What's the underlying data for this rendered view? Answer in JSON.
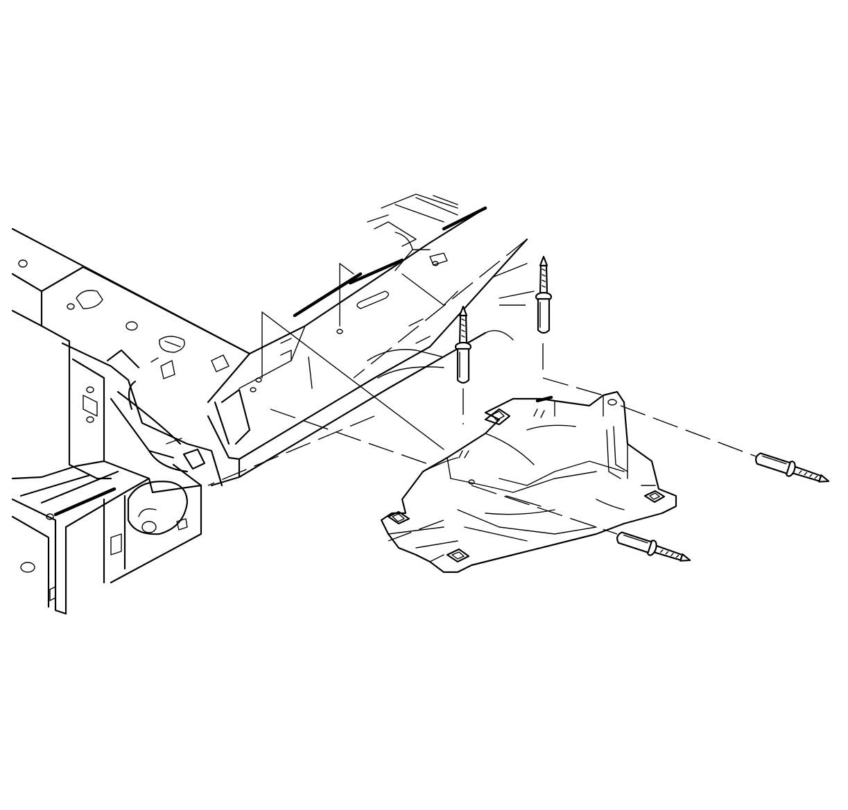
{
  "figure": {
    "kind": "exploded-assembly-line-drawing",
    "background": "#ffffff",
    "ink": "#000000",
    "components": [
      {
        "name": "vehicle-frame-rail",
        "icon": "frame-rail"
      },
      {
        "name": "lower-shield-panel",
        "icon": "shield-panel"
      },
      {
        "name": "push-pin-retainer",
        "icon": "push-pin",
        "count": 4
      }
    ],
    "fastener_orientation": [
      "vertical",
      "vertical",
      "horizontal",
      "horizontal"
    ]
  }
}
